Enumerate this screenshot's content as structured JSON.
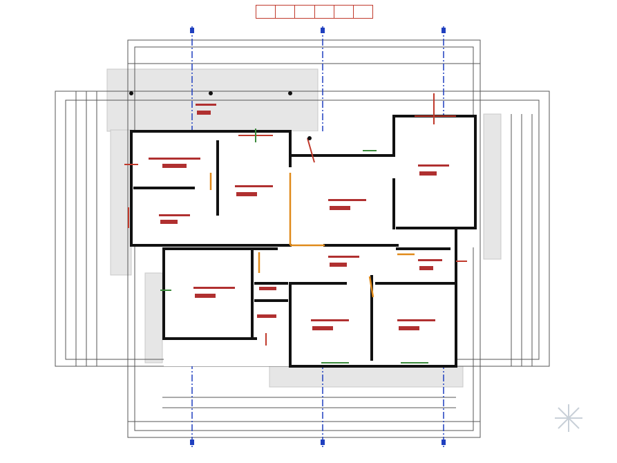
{
  "drawing": {
    "title_cells": 6,
    "axis_color": "#1f3fbf",
    "wall_color": "#111111",
    "door_color": "#e08a1a",
    "label_color": "#b03030",
    "hatch_color": "#d9d9d9"
  },
  "rooms": [
    {
      "id": "r1"
    },
    {
      "id": "r2"
    },
    {
      "id": "r3"
    },
    {
      "id": "r4"
    },
    {
      "id": "r5"
    },
    {
      "id": "r6"
    },
    {
      "id": "r7"
    },
    {
      "id": "r8"
    },
    {
      "id": "r9"
    },
    {
      "id": "r10"
    },
    {
      "id": "r11"
    },
    {
      "id": "r12"
    },
    {
      "id": "r13"
    }
  ]
}
